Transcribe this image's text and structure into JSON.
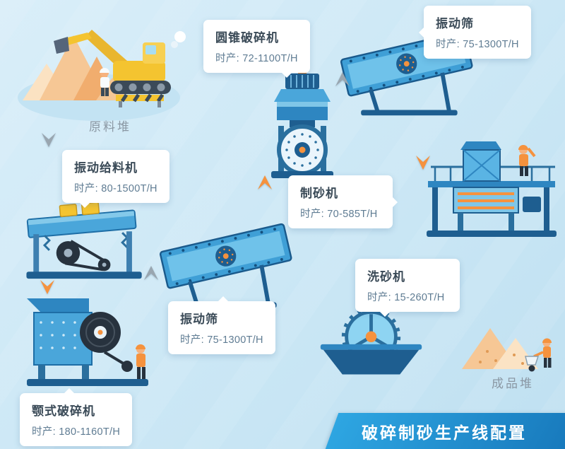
{
  "colors": {
    "background": "#cbe7f5",
    "machine_blue": "#3f9fd6",
    "machine_light_blue": "#7fc6e8",
    "machine_dark_blue": "#1e5e90",
    "accent_orange": "#f5923e",
    "excavator_yellow": "#f4c430",
    "sand_peach": "#f6c795",
    "arrow_gray": "#99a6b0",
    "banner_blue": "#1e87c9",
    "label_name_color": "#3a4a57",
    "label_capacity_color": "#5f7c93"
  },
  "captions": {
    "raw_pile": "原料堆",
    "product_pile": "成品堆"
  },
  "banner": {
    "title": "破碎制砂生产线配置"
  },
  "stations": {
    "feeder": {
      "name": "振动给料机",
      "capacity": "时产: 80-1500T/H"
    },
    "cone_crusher": {
      "name": "圆锥破碎机",
      "capacity": "时产: 72-1100T/H"
    },
    "screen_top": {
      "name": "振动筛",
      "capacity": "时产: 75-1300T/H"
    },
    "sand_maker": {
      "name": "制砂机",
      "capacity": "时产: 70-585T/H"
    },
    "screen_mid": {
      "name": "振动筛",
      "capacity": "时产: 75-1300T/H"
    },
    "washer": {
      "name": "洗砂机",
      "capacity": "时产: 15-260T/H"
    },
    "jaw_crusher": {
      "name": "颚式破碎机",
      "capacity": "时产: 180-1160T/H"
    }
  }
}
